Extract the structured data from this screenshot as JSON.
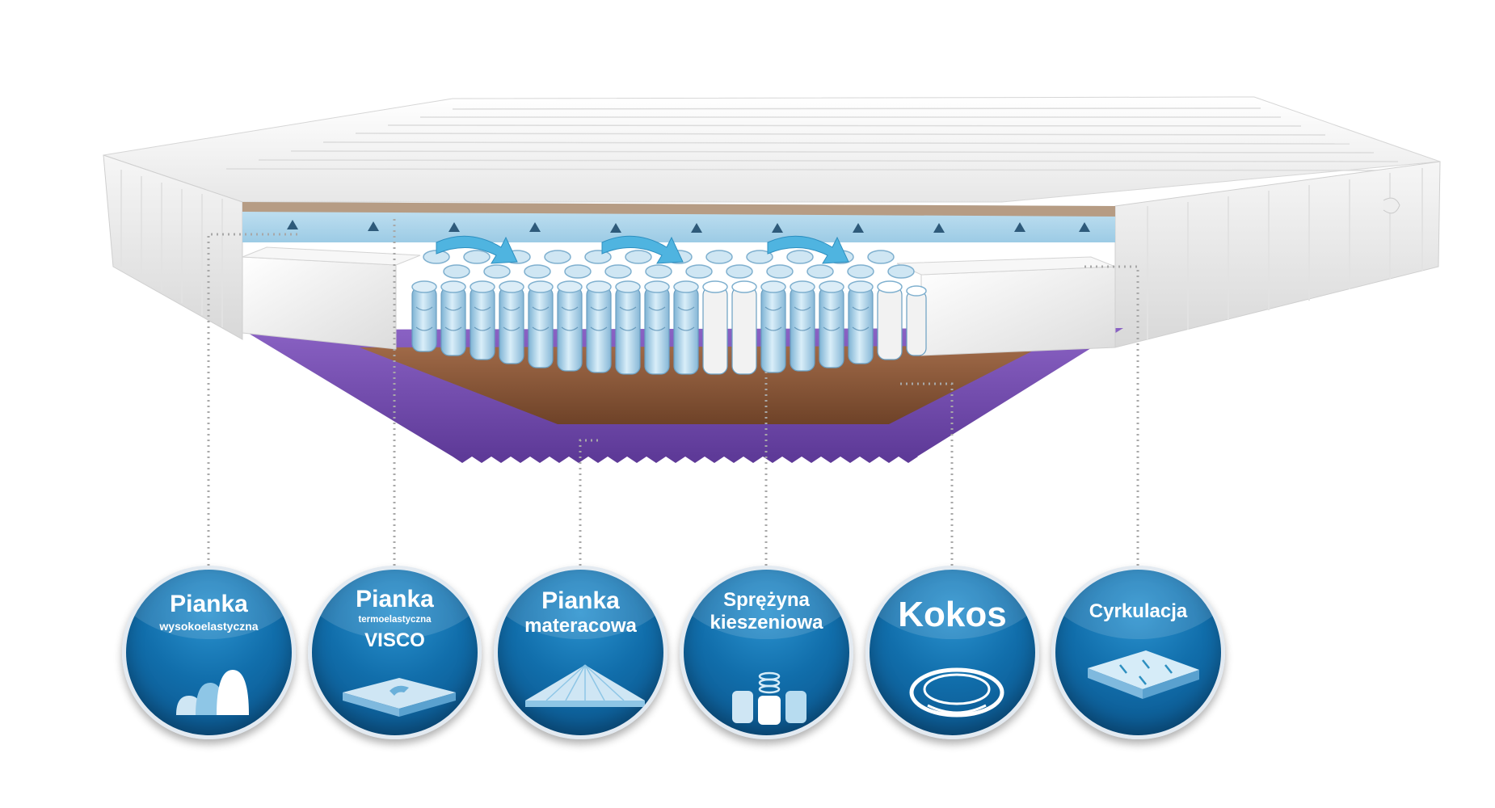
{
  "layers": [
    {
      "id": "hr-foam",
      "icon": "hr-foam-icon",
      "lines": [
        "Pianka",
        "wysokoelastyczna"
      ]
    },
    {
      "id": "visco-foam",
      "icon": "visco-foam-icon",
      "lines": [
        "Pianka",
        "termoelastyczna",
        "VISCO"
      ]
    },
    {
      "id": "mattress-foam",
      "icon": "mattress-foam-icon",
      "lines": [
        "Pianka",
        "materacowa"
      ]
    },
    {
      "id": "pocket-spring",
      "icon": "pocket-spring-icon",
      "lines": [
        "Sprężyna",
        "kieszeniowa"
      ]
    },
    {
      "id": "coconut",
      "icon": "coconut-icon",
      "lines": [
        "Kokos"
      ]
    },
    {
      "id": "circulation",
      "icon": "circulation-icon",
      "lines": [
        "Cyrkulacja"
      ]
    }
  ],
  "colors": {
    "badge": "#116eab",
    "cover": "#f2f2f2",
    "coconut_layer": "#8c5a3c",
    "base_foam": "#7a4fb0",
    "springs": "#b9d9ec",
    "airflow": "#4fb4e0"
  }
}
